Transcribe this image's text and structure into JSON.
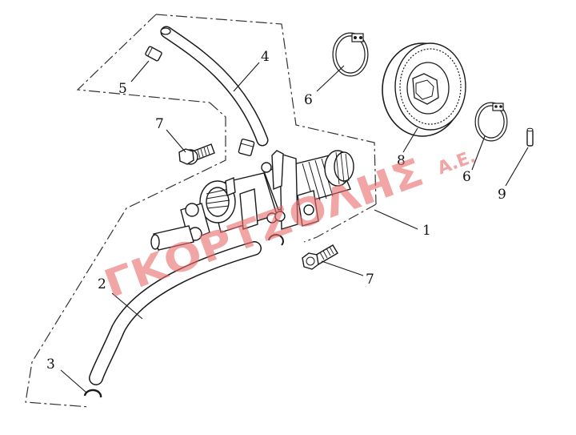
{
  "diagram": {
    "callouts": [
      {
        "id": "c1",
        "label": "1"
      },
      {
        "id": "c2",
        "label": "2"
      },
      {
        "id": "c3",
        "label": "3"
      },
      {
        "id": "c4",
        "label": "4"
      },
      {
        "id": "c5",
        "label": "5"
      },
      {
        "id": "c6a",
        "label": "6"
      },
      {
        "id": "c6b",
        "label": "6"
      },
      {
        "id": "c7a",
        "label": "7"
      },
      {
        "id": "c7b",
        "label": "7"
      },
      {
        "id": "c8",
        "label": "8"
      },
      {
        "id": "c9",
        "label": "9"
      }
    ],
    "watermark": {
      "main": "ΓΚΟΡΤΖΟΛΗΣ",
      "suffix": "Α.Ε.",
      "color": "#e86a6a"
    },
    "line_color": "#1a1a1a"
  }
}
